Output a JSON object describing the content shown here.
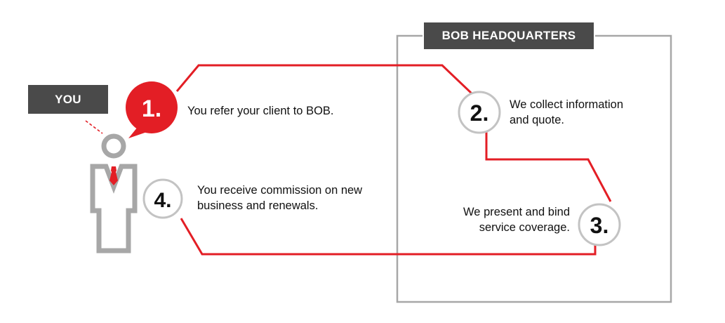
{
  "labels": {
    "you": "YOU",
    "headquarters_bold": "BOB",
    "headquarters_rest": " HEADQUARTERS"
  },
  "steps": [
    {
      "number": "1.",
      "lines": [
        "You refer your client to BOB."
      ]
    },
    {
      "number": "2.",
      "lines": [
        "We collect information",
        "and quote."
      ]
    },
    {
      "number": "3.",
      "lines": [
        "We present and bind",
        "service coverage."
      ]
    },
    {
      "number": "4.",
      "lines": [
        "You receive commission on new",
        "business and renewals."
      ]
    }
  ],
  "colors": {
    "accent": "#e31e25",
    "dark_gray": "#4a4a4a",
    "light_gray": "#a7a7a7",
    "circle_border": "#c3c3c3"
  }
}
